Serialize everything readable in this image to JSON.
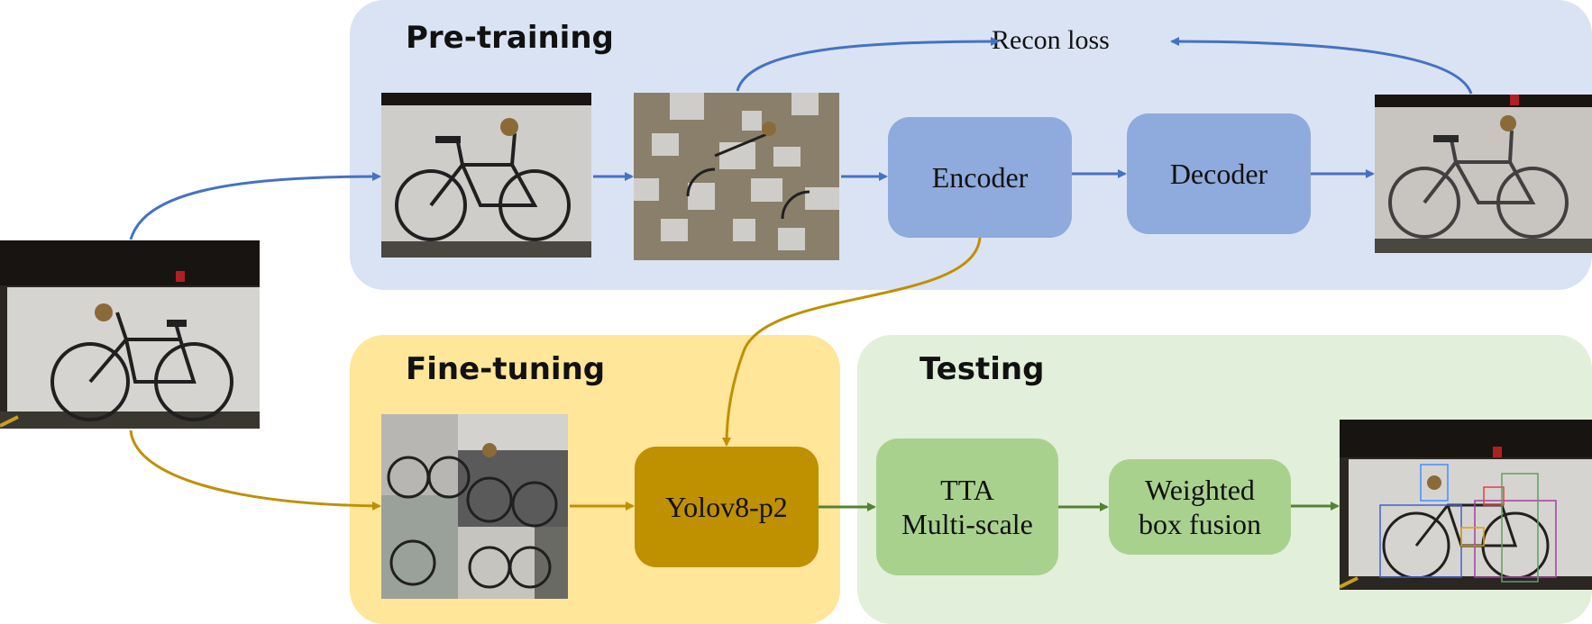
{
  "sections": {
    "pretraining": "Pre-training",
    "finetuning": "Fine-tuning",
    "testing": "Testing"
  },
  "boxes": {
    "encoder": "Encoder",
    "decoder": "Decoder",
    "yolo": "Yolov8-p2",
    "tta": "TTA\nMulti-scale",
    "wbf": "Weighted\nbox fusion"
  },
  "loss_label": "Recon loss",
  "colors": {
    "pretrain_panel": "#dae3f3",
    "finetune_panel": "#ffe699",
    "testing_panel": "#e2efda",
    "encoder_decoder": "#8faadc",
    "yolo": "#bf9000",
    "testing_boxes": "#a9d18e",
    "blue_arrow": "#4472c4",
    "gold_arrow": "#bf9000",
    "green_arrow": "#548235"
  }
}
